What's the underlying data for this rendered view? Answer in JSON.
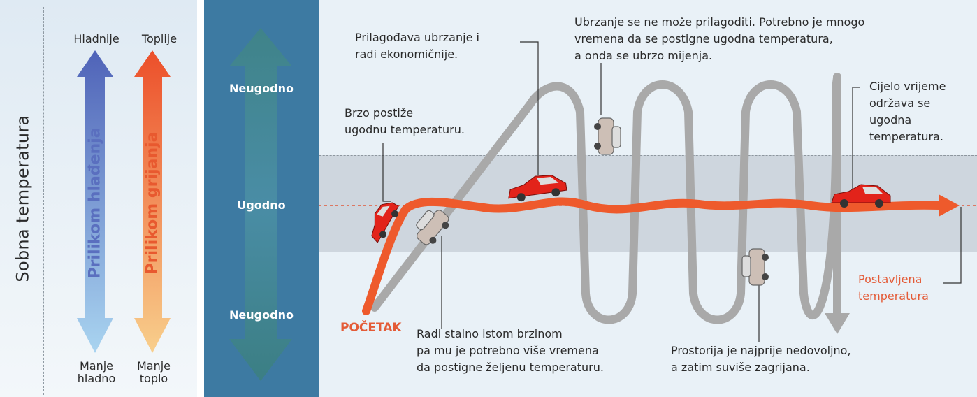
{
  "left": {
    "title": "Sobna temperatura",
    "cooling": {
      "top": "Hladnije",
      "bottom_line1": "Manje",
      "bottom_line2": "hladno",
      "label": "Prilikom hlađenja",
      "color": "#5a6fbf"
    },
    "heating": {
      "top": "Toplije",
      "bottom_line1": "Manje",
      "bottom_line2": "toplo",
      "label": "Prilikom grijanja",
      "color": "#e8592f"
    }
  },
  "zones": {
    "top": "Neugodno",
    "middle": "Ugodno",
    "bottom": "Neugodno"
  },
  "start_label": "POČETAK",
  "notes": {
    "fast": [
      "Brzo postiže",
      "ugodnu temperaturu."
    ],
    "adjusts": [
      "Prilagođava ubrzanje i",
      "radi ekonomičnije."
    ],
    "cannot_adjust": [
      "Ubrzanje se ne može prilagoditi. Potrebno je mnogo",
      "vremena da se postigne ugodna temperatura,",
      "a onda se ubrzo mijenja."
    ],
    "keeps": [
      "Cijelo vrijeme",
      "održava se",
      "ugodna",
      "temperatura."
    ],
    "constant_speed": [
      "Radi stalno istom brzinom",
      "pa mu je potrebno više vremena",
      "da postigne željenu temperaturu."
    ],
    "room": [
      "Prostorija je najprije nedovoljno,",
      "a zatim suviše zagrijana."
    ],
    "set_temp": [
      "Postavljena",
      "temperatura"
    ]
  },
  "colors": {
    "red_curve": "#ee5a2c",
    "gray_curve": "#a9a9a9",
    "dark_column": "#3d7aa2",
    "label_red": "#e45b37"
  }
}
